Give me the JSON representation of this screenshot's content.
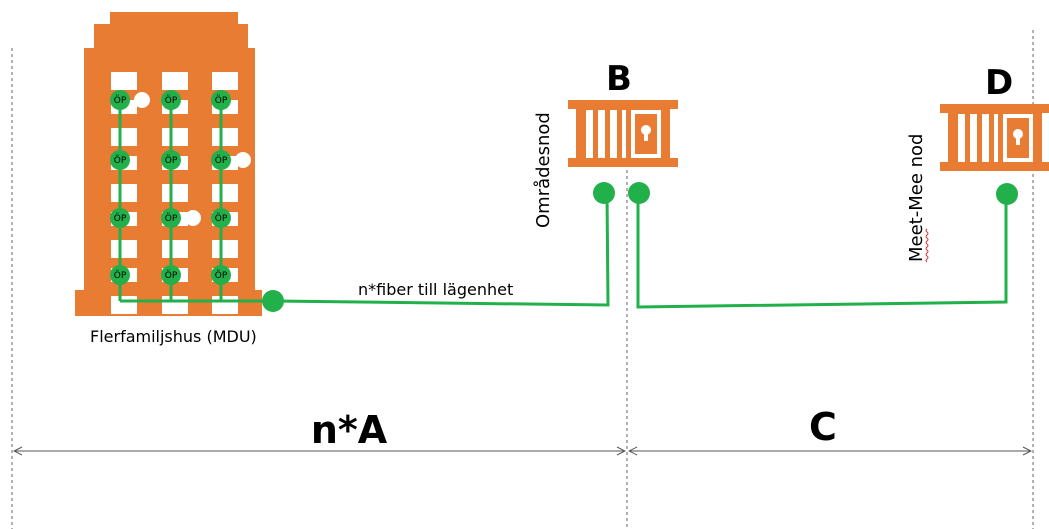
{
  "colors": {
    "building": "#E87C33",
    "fiber": "#22B04B",
    "window": "#ffffff",
    "divider": "#666666",
    "arrow": "#555555",
    "misspell_underline": "#d13333"
  },
  "icons": {
    "building": "apartment-building-icon",
    "node_b": "area-node-cabinet-icon",
    "node_d": "meet-me-node-cabinet-icon"
  },
  "building": {
    "label": "Flerfamiljshus (MDU)",
    "outlet_label": "ÖP",
    "rows": 4,
    "columns": 3
  },
  "node_b": {
    "letter": "B",
    "name": "Områdesnod"
  },
  "node_d": {
    "letter": "D",
    "name": "Meet-Mee nod"
  },
  "fiber_label": "n*fiber till lägenhet",
  "segments": {
    "left": "n*A",
    "right": "C"
  }
}
